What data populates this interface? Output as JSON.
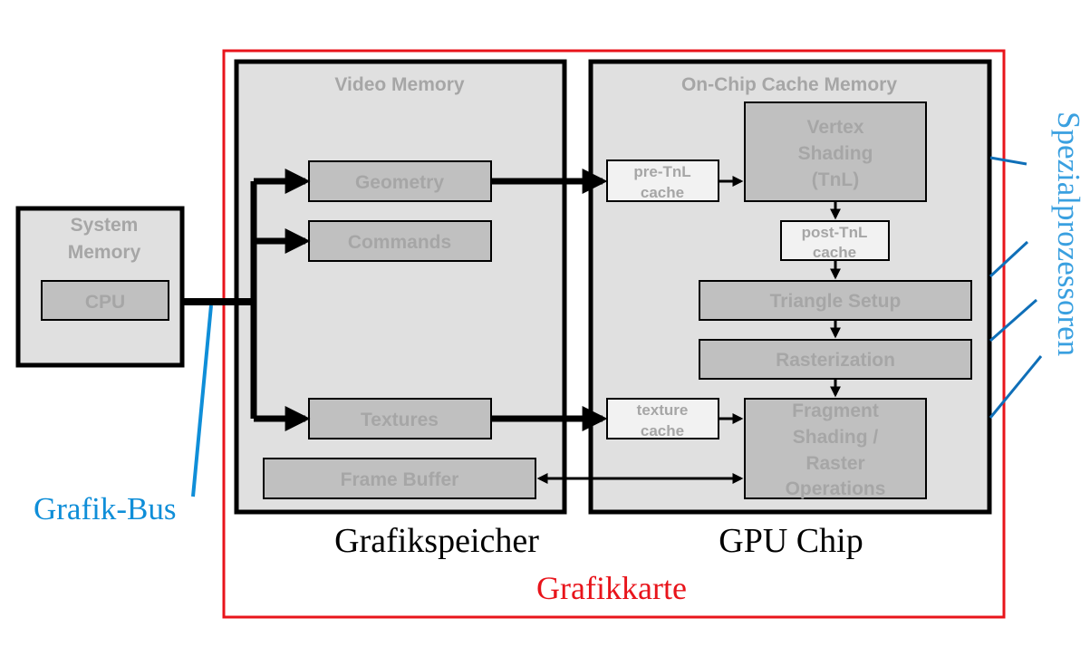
{
  "colors": {
    "card_border": "#e8141b",
    "bus_blue": "#0f8ed8",
    "spezial_blue": "#0f6fb8",
    "box_fill": "#e0e0e0",
    "block_fill": "#c0c0c0",
    "cache_fill": "#f2f2f2",
    "gray_text": "#a6a6a6"
  },
  "system_memory": {
    "title_line1": "System",
    "title_line2": "Memory",
    "cpu": "CPU"
  },
  "video_memory": {
    "title": "Video Memory",
    "geometry": "Geometry",
    "commands": "Commands",
    "textures": "Textures",
    "frame_buffer": "Frame Buffer"
  },
  "gpu": {
    "title": "On-Chip Cache Memory",
    "pre_tnl_line1": "pre-TnL",
    "pre_tnl_line2": "cache",
    "vertex_line1": "Vertex",
    "vertex_line2": "Shading",
    "vertex_line3": "(TnL)",
    "post_tnl_line1": "post-TnL",
    "post_tnl_line2": "cache",
    "triangle_setup": "Triangle Setup",
    "rasterization": "Rasterization",
    "texture_cache_line1": "texture",
    "texture_cache_line2": "cache",
    "fragment_line1": "Fragment",
    "fragment_line2": "Shading /",
    "fragment_line3": "Raster",
    "fragment_line4": "Operations"
  },
  "labels": {
    "grafik_bus": "Grafik-Bus",
    "grafikspeicher": "Grafikspeicher",
    "gpu_chip": "GPU Chip",
    "grafikkarte": "Grafikkarte",
    "spezialprozessoren": "Spezialprozessoren"
  }
}
